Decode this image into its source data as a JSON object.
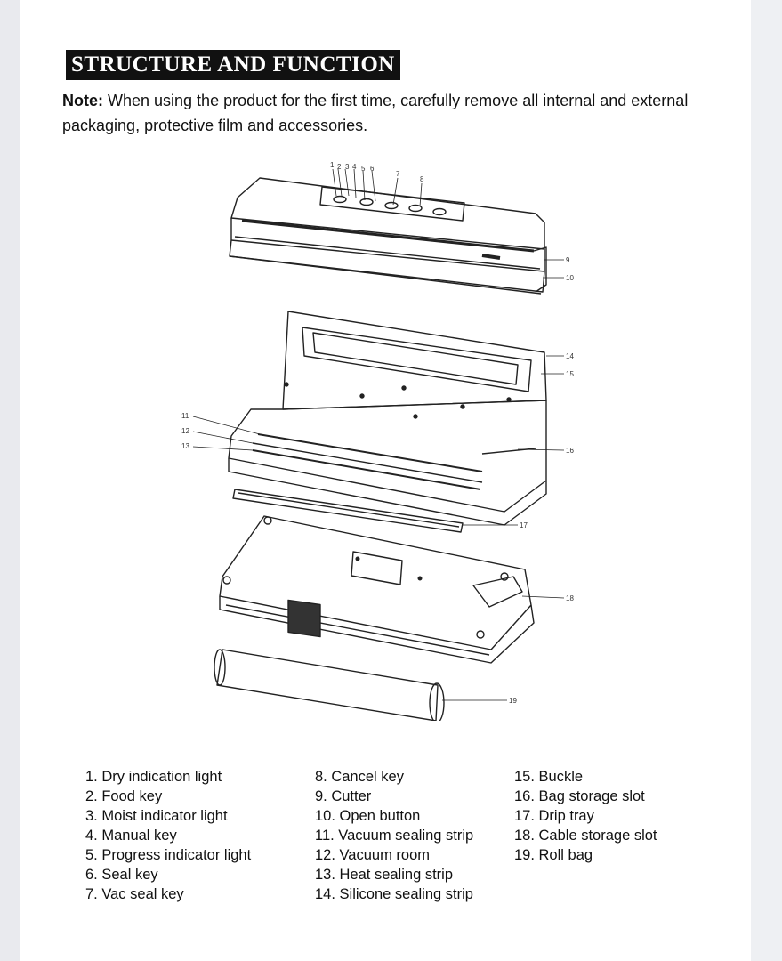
{
  "title": "STRUCTURE AND FUNCTION",
  "note": {
    "label": "Note:",
    "text": " When using the product for the first time, carefully remove all internal and external packaging, protective film and accessories."
  },
  "callouts": [
    "1",
    "2",
    "3",
    "4",
    "5",
    "6",
    "7",
    "8",
    "9",
    "10",
    "11",
    "12",
    "13",
    "14",
    "15",
    "16",
    "17",
    "18",
    "19"
  ],
  "legend": {
    "col1": [
      "1. Dry indication light",
      "2. Food key",
      "3. Moist indicator  light",
      "4. Manual key",
      "5. Progress indicator light",
      "6. Seal key",
      "7. Vac seal key"
    ],
    "col2": [
      "8. Cancel key",
      "9. Cutter",
      "10. Open button",
      "11. Vacuum sealing strip",
      "12. Vacuum room",
      "13. Heat sealing strip",
      "14. Silicone sealing strip"
    ],
    "col3": [
      "15. Buckle",
      "16. Bag storage slot",
      "17. Drip tray",
      "18. Cable storage slot",
      "19. Roll bag"
    ]
  }
}
